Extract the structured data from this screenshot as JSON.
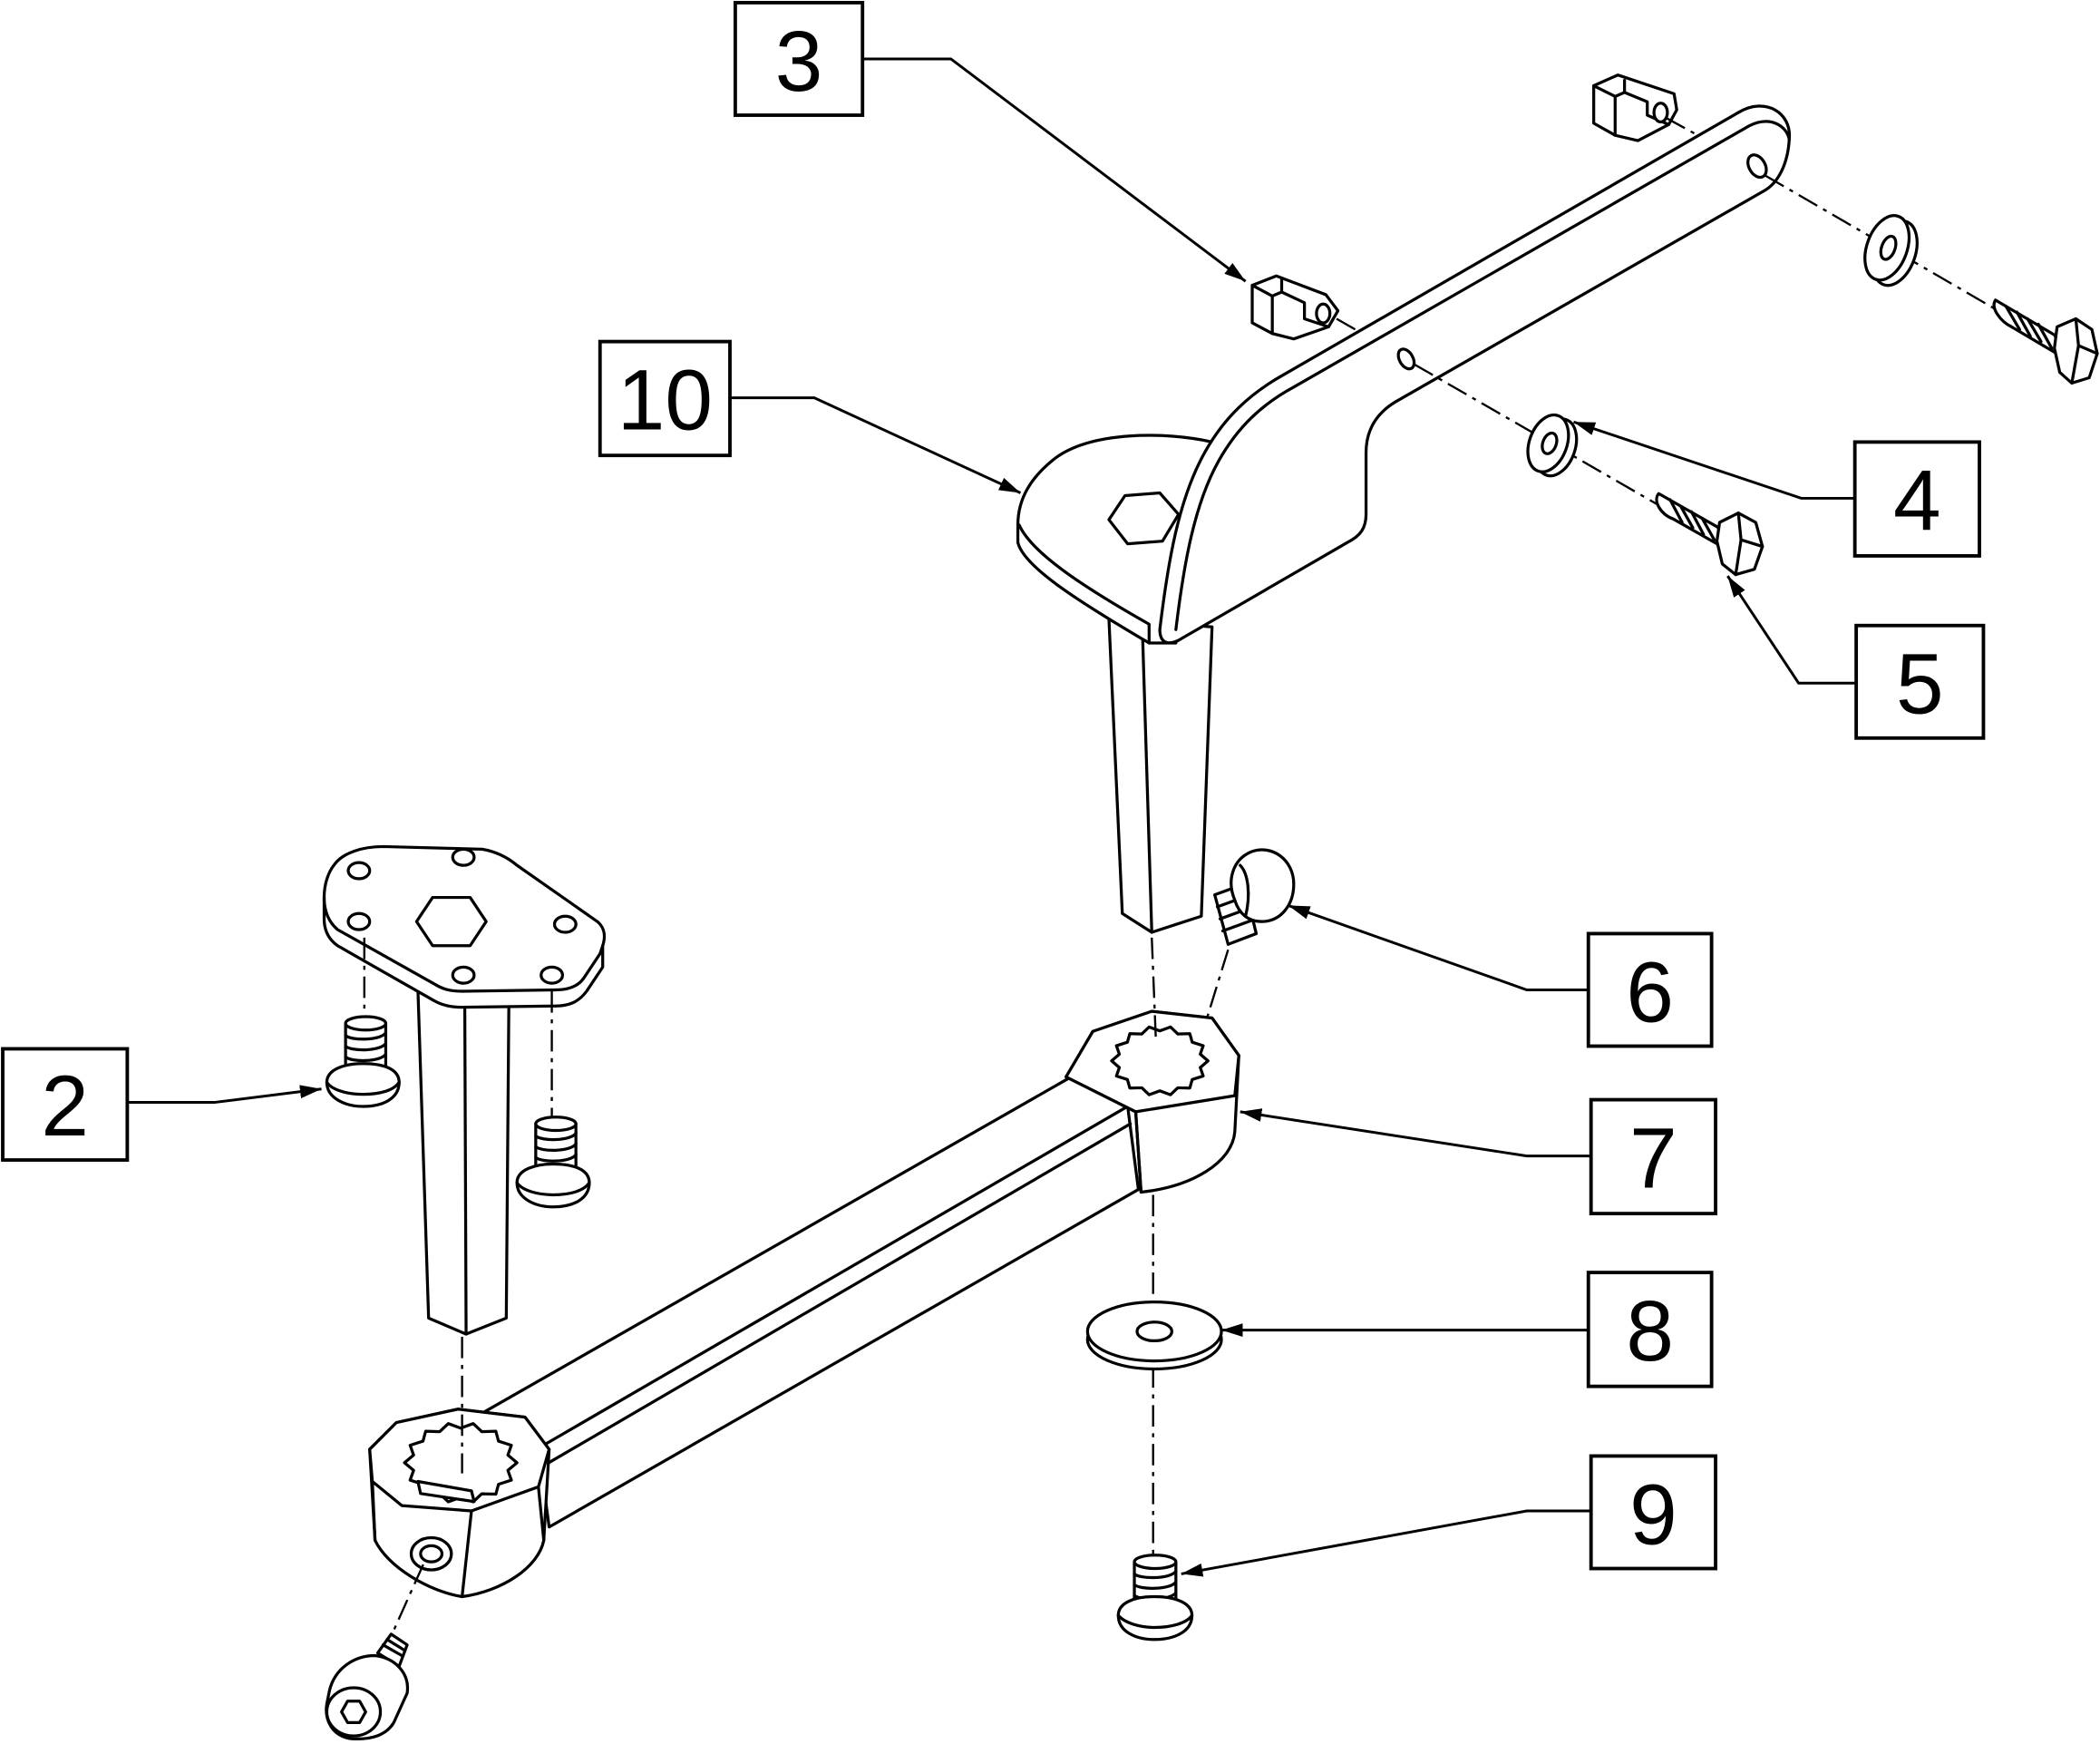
{
  "colors": {
    "line": "#000000",
    "background": "#ffffff"
  },
  "callouts": [
    {
      "label": "2"
    },
    {
      "label": "3"
    },
    {
      "label": "4"
    },
    {
      "label": "5"
    },
    {
      "label": "6"
    },
    {
      "label": "7"
    },
    {
      "label": "8"
    },
    {
      "label": "9"
    },
    {
      "label": "10"
    }
  ]
}
